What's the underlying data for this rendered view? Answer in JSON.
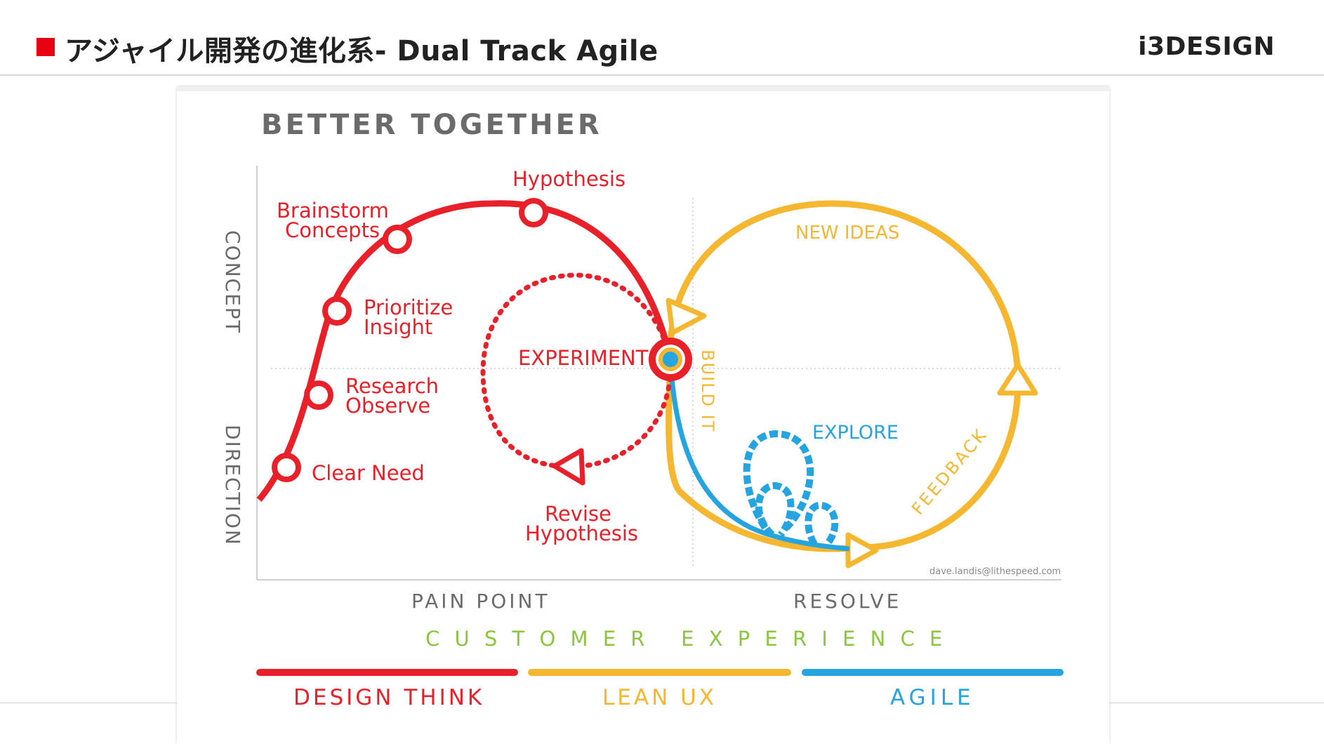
{
  "header": {
    "title": "アジャイル開発の進化系- Dual Track Agile",
    "brand": "i3DESIGN"
  },
  "diagram": {
    "heading": "BETTER TOGETHER",
    "axis_y_top": "CONCEPT",
    "axis_y_bottom": "DIRECTION",
    "axis_x_left": "PAIN POINT",
    "axis_x_right": "RESOLVE",
    "customer_experience": "C U S T O M E R   E X P E R I E N C E",
    "red_nodes": {
      "hypothesis": "Hypothesis",
      "brainstorm_1": "Brainstorm",
      "brainstorm_2": "Concepts",
      "prioritize_1": "Prioritize",
      "prioritize_2": "Insight",
      "research_1": "Research",
      "research_2": "Observe",
      "clear_need": "Clear Need",
      "experiment": "EXPERIMENT",
      "revise_1": "Revise",
      "revise_2": "Hypothesis"
    },
    "yellow_labels": {
      "new_ideas": "NEW IDEAS",
      "build_it": "BUILD IT",
      "feedback": "FEEDBACK"
    },
    "blue_labels": {
      "explore": "EXPLORE"
    },
    "credit": "dave.landis@lithespeed.com",
    "legend": {
      "design_think": "DESIGN THINK",
      "lean_ux": "LEAN UX",
      "agile": "AGILE"
    },
    "colors": {
      "red": "#e8202a",
      "yellow": "#f5b730",
      "blue": "#25a4df",
      "green": "#8cc63f",
      "gray": "#666666"
    }
  }
}
